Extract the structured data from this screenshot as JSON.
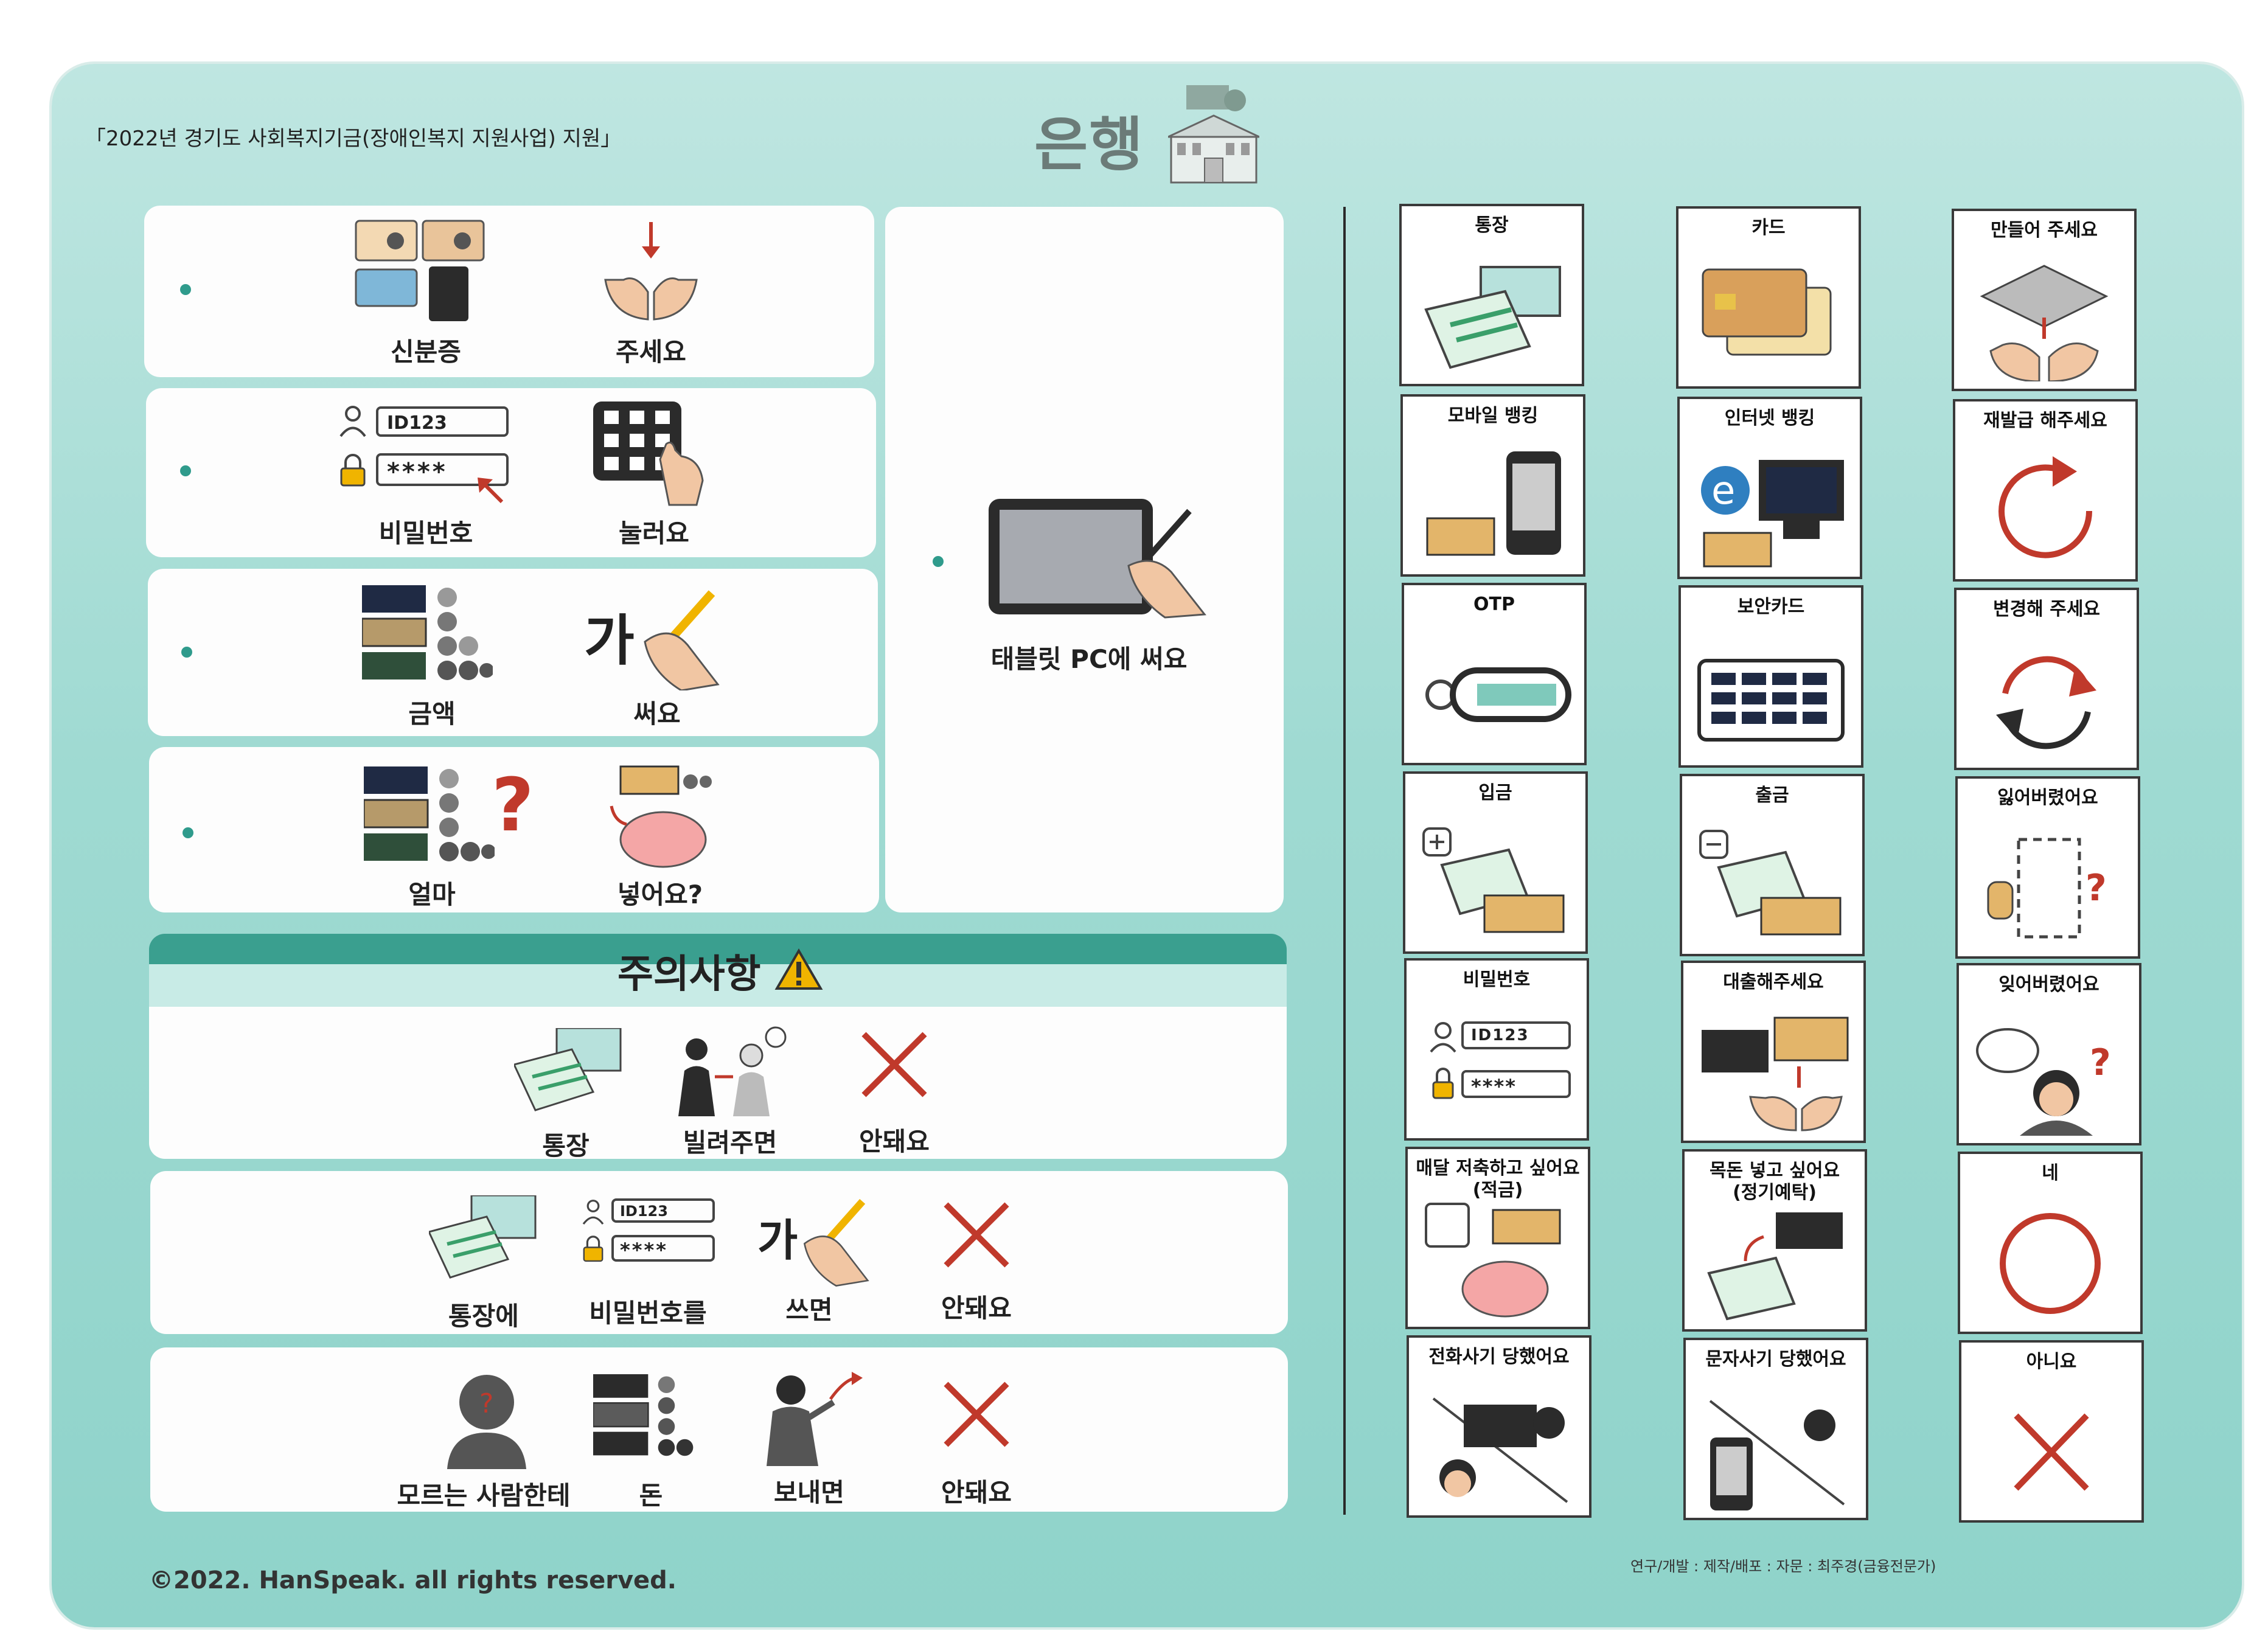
{
  "header": {
    "funding_note": "「2022년 경기도 사회복지기금(장애인복지 지원사업) 지원」",
    "title": "은행"
  },
  "left_rows": [
    {
      "left": "신분증",
      "right": "주세요"
    },
    {
      "left": "비밀번호",
      "right": "눌러요",
      "fields": {
        "id": "ID123",
        "pw": "****"
      }
    },
    {
      "left": "금액",
      "right": "써요",
      "glyph": "가"
    },
    {
      "left": "얼마",
      "right": "넣어요?",
      "mark": "?"
    }
  ],
  "tablet": {
    "label": "태블릿 PC에 써요"
  },
  "caution": {
    "title": "주의사항",
    "rows": [
      [
        "통장",
        "빌려주면",
        "안돼요"
      ],
      [
        "통장에",
        "비밀번호를",
        "쓰면",
        "안돼요"
      ],
      [
        "모르는 사람한테",
        "돈",
        "보내면",
        "안돼요"
      ]
    ],
    "field_id": "ID123",
    "field_pw": "****",
    "glyph": "가"
  },
  "tiles": [
    {
      "label": "통장",
      "icon": "bankbook-icon"
    },
    {
      "label": "카드",
      "icon": "credit-card-icon"
    },
    {
      "label": "만들어 주세요",
      "icon": "make-card-icon"
    },
    {
      "label": "모바일 뱅킹",
      "icon": "mobile-banking-icon"
    },
    {
      "label": "인터넷 뱅킹",
      "icon": "internet-banking-icon"
    },
    {
      "label": "재발급 해주세요",
      "icon": "reissue-icon"
    },
    {
      "label": "OTP",
      "icon": "otp-icon"
    },
    {
      "label": "보안카드",
      "icon": "security-card-icon"
    },
    {
      "label": "변경해 주세요",
      "icon": "change-icon"
    },
    {
      "label": "입금",
      "icon": "deposit-icon"
    },
    {
      "label": "출금",
      "icon": "withdraw-icon"
    },
    {
      "label": "잃어버렸어요",
      "icon": "lost-card-icon"
    },
    {
      "label": "비밀번호",
      "icon": "password-icon",
      "id": "ID123",
      "pw": "****"
    },
    {
      "label": "대출해주세요",
      "icon": "loan-icon"
    },
    {
      "label": "잊어버렸어요",
      "icon": "forgot-icon"
    },
    {
      "label": "매달 저축하고 싶어요\n(적금)",
      "icon": "savings-icon"
    },
    {
      "label": "목돈 넣고 싶어요\n(정기예탁)",
      "icon": "deposit-lump-icon"
    },
    {
      "label": "네",
      "icon": "yes-circle-icon"
    },
    {
      "label": "전화사기 당했어요",
      "icon": "phone-scam-icon"
    },
    {
      "label": "문자사기 당했어요",
      "icon": "text-scam-icon"
    },
    {
      "label": "아니요",
      "icon": "no-cross-icon"
    }
  ],
  "footer": {
    "copyright": "©2022. HanSpeak. all rights reserved.",
    "credits": "연구/개발 :  제작/배포 :  자문 : 최주경(금융전문가)"
  },
  "colors": {
    "accent": "#3a9f8f",
    "cross": "#c0392b",
    "board": "#9fdad2"
  }
}
